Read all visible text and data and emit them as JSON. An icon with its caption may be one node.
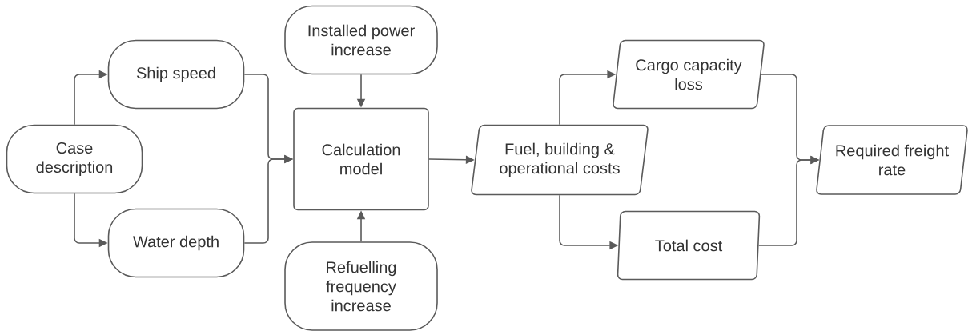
{
  "diagram": {
    "nodes": [
      {
        "text": [
          "Case description"
        ]
      },
      {
        "text": [
          "Ship speed"
        ]
      },
      {
        "text": [
          "Water depth"
        ]
      },
      {
        "text": [
          "Installed power increase"
        ]
      },
      {
        "text": [
          "Calculation model"
        ]
      },
      {
        "text": [
          "Refuelling frequency increase"
        ]
      },
      {
        "text": [
          "Fuel, building & operational costs"
        ]
      },
      {
        "text": [
          "Cargo capacity loss"
        ]
      },
      {
        "text": [
          "Total cost"
        ]
      },
      {
        "text": [
          "Required freight rate"
        ]
      }
    ],
    "edges": [
      {
        "from": 0,
        "to": 1,
        "arrow": "to"
      },
      {
        "from": 0,
        "to": 2,
        "arrow": "to"
      },
      {
        "from": 1,
        "to": 4,
        "arrow": "to"
      },
      {
        "from": 2,
        "to": 4,
        "arrow": "to"
      },
      {
        "from": 3,
        "to": 4,
        "arrow": "to"
      },
      {
        "from": 5,
        "to": 4,
        "arrow": "to"
      },
      {
        "from": 4,
        "to": 6,
        "arrow": "to"
      },
      {
        "from": 6,
        "to": 7,
        "arrow": "to"
      },
      {
        "from": 6,
        "to": 8,
        "arrow": "to"
      },
      {
        "from": 7,
        "to": 9,
        "arrow": "to"
      },
      {
        "from": 8,
        "to": 9,
        "arrow": "to"
      }
    ]
  }
}
